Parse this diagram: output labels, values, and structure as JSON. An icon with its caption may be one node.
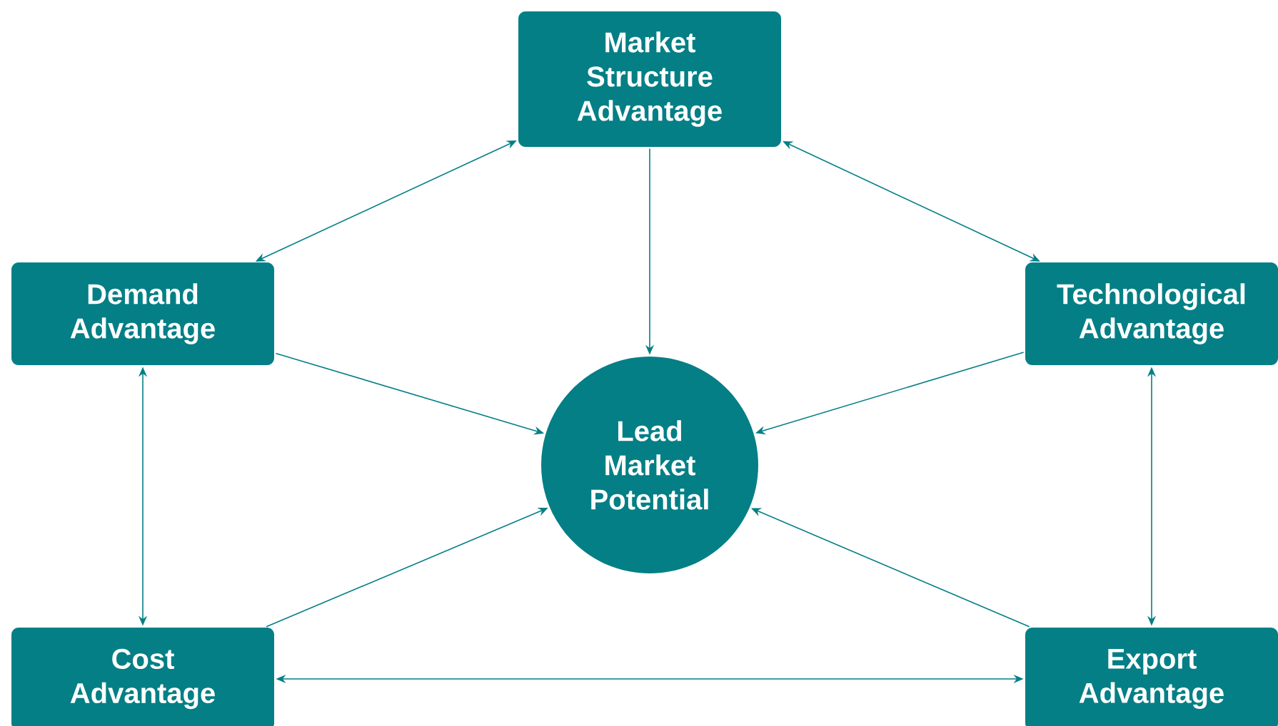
{
  "diagram": {
    "nodes": [
      {
        "text": [
          "Market Structure Advantage"
        ]
      },
      {
        "text": [
          "Demand Advantage"
        ]
      },
      {
        "text": [
          "Technological Advantage"
        ]
      },
      {
        "text": [
          "Lead Market Potential"
        ]
      },
      {
        "text": [
          "Cost Advantage"
        ]
      },
      {
        "text": [
          "Export Advantage"
        ]
      }
    ],
    "edges": [
      {
        "from": 0,
        "to": 1,
        "arrow": "both"
      },
      {
        "from": 0,
        "to": 2,
        "arrow": "both"
      },
      {
        "from": 0,
        "to": 3,
        "arrow": "to"
      },
      {
        "from": 1,
        "to": 3,
        "arrow": "to"
      },
      {
        "from": 2,
        "to": 3,
        "arrow": "to"
      },
      {
        "from": 4,
        "to": 3,
        "arrow": "to"
      },
      {
        "from": 5,
        "to": 3,
        "arrow": "to"
      },
      {
        "from": 1,
        "to": 4,
        "arrow": "both"
      },
      {
        "from": 2,
        "to": 5,
        "arrow": "both"
      },
      {
        "from": 4,
        "to": 5,
        "arrow": "both"
      }
    ]
  }
}
